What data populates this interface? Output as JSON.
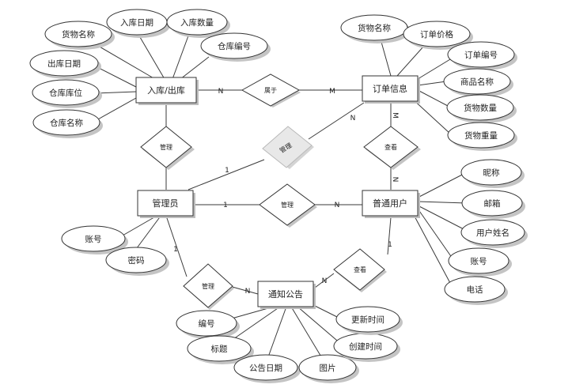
{
  "entities": {
    "inout": "入库/出库",
    "order": "订单信息",
    "admin": "管理员",
    "user": "普通用户",
    "notice": "通知公告"
  },
  "relationships": {
    "belongs": "属于",
    "view_order_user": "查看",
    "manage_inout": "管理",
    "manage_order": "管理",
    "manage_user": "管理",
    "manage_notice": "管理",
    "view_notice": "查看"
  },
  "attributes": {
    "inout": [
      "货物名称",
      "入库日期",
      "入库数量",
      "仓库编号",
      "出库日期",
      "仓库库位",
      "仓库名称"
    ],
    "order": [
      "货物名称",
      "订单价格",
      "订单编号",
      "商品名称",
      "货物数量",
      "货物重量"
    ],
    "user": [
      "昵称",
      "邮箱",
      "用户姓名",
      "账号",
      "电话"
    ],
    "admin": [
      "账号",
      "密码"
    ],
    "notice": [
      "编号",
      "标题",
      "公告日期",
      "图片",
      "创建时间",
      "更新时间"
    ]
  },
  "cardinalities": {
    "inout_belongs": "N",
    "belongs_order": "M",
    "order_view": "M",
    "view_user": "N",
    "admin_manage_order": "1",
    "manage_order_end": "N",
    "admin_manage_user": "1",
    "manage_user_end": "N",
    "admin_manage_notice": "1",
    "manage_notice_end": "N",
    "view_notice_user": "1",
    "view_notice_end": "N"
  }
}
